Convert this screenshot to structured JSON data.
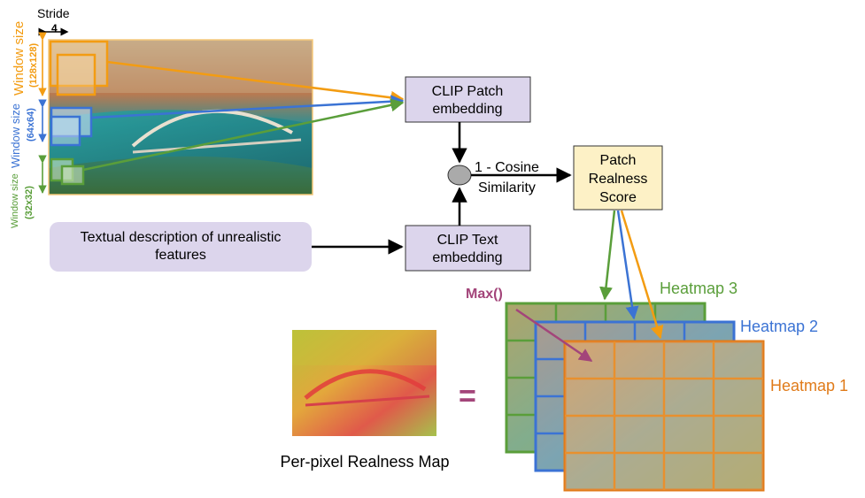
{
  "stride": {
    "label": "Stride",
    "value": "4"
  },
  "windows": [
    {
      "label": "Window size",
      "size": "(128x128)",
      "color": "#f39c12"
    },
    {
      "label": "Window size",
      "size": "(64x64)",
      "color": "#3b73d4"
    },
    {
      "label": "Window size",
      "size": "(32x32)",
      "color": "#5a9e3a"
    }
  ],
  "boxes": {
    "clip_patch": [
      "CLIP Patch",
      "embedding"
    ],
    "clip_text": [
      "CLIP Text",
      "embedding"
    ],
    "text_desc": [
      "Textual description of unrealistic",
      "features"
    ],
    "score": [
      "Patch",
      "Realness",
      "Score"
    ]
  },
  "similarity": [
    "1 - Cosine",
    "Similarity"
  ],
  "max_label": "Max()",
  "heatmaps": [
    {
      "label": "Heatmap 3",
      "color": "#5a9e3a"
    },
    {
      "label": "Heatmap 2",
      "color": "#3b73d4"
    },
    {
      "label": "Heatmap 1",
      "color": "#e07b1a"
    }
  ],
  "equals": "=",
  "realness_map_label": "Per-pixel Realness Map",
  "colors": {
    "box_fill": "#dcd5ec",
    "box_stroke": "#333333",
    "score_fill": "#fdf1c6",
    "max_color": "#a3457a",
    "node_fill": "#aaaaaa"
  }
}
